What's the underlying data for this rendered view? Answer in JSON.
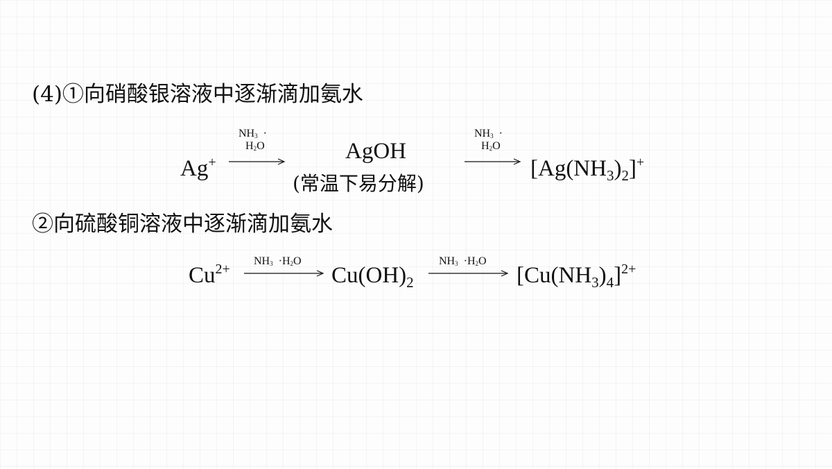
{
  "section4": {
    "heading": "(4)①向硝酸银溶液中逐渐滴加氨水",
    "reactant": "Ag",
    "reactant_charge": "+",
    "reagent1_line1_a": "NH",
    "reagent1_line1_sub": "3",
    "reagent1_line1_b": "·",
    "reagent1_line2_a": "H",
    "reagent1_line2_sub": "2",
    "reagent1_line2_b": "O",
    "intermediate": "AgOH",
    "intermediate_note": "(常温下易分解)",
    "reagent2_line1_a": "NH",
    "reagent2_line1_sub": "3",
    "reagent2_line1_b": "·",
    "reagent2_line2_a": "H",
    "reagent2_line2_sub": "2",
    "reagent2_line2_b": "O",
    "product_a": "[Ag(NH",
    "product_sub1": "3",
    "product_b": ")",
    "product_sub2": "2",
    "product_c": "]",
    "product_charge": "+"
  },
  "section2": {
    "heading": "②向硫酸铜溶液中逐渐滴加氨水",
    "reactant": "Cu",
    "reactant_charge": "2+",
    "reagent1_a": "NH",
    "reagent1_sub1": "3",
    "reagent1_b": "·H",
    "reagent1_sub2": "2",
    "reagent1_c": "O",
    "intermediate_a": "Cu(OH)",
    "intermediate_sub": "2",
    "reagent2_a": "NH",
    "reagent2_sub1": "3",
    "reagent2_b": "·H",
    "reagent2_sub2": "2",
    "reagent2_c": "O",
    "product_a": "[Cu(NH",
    "product_sub1": "3",
    "product_b": ")",
    "product_sub2": "4",
    "product_c": "]",
    "product_charge": "2+"
  }
}
